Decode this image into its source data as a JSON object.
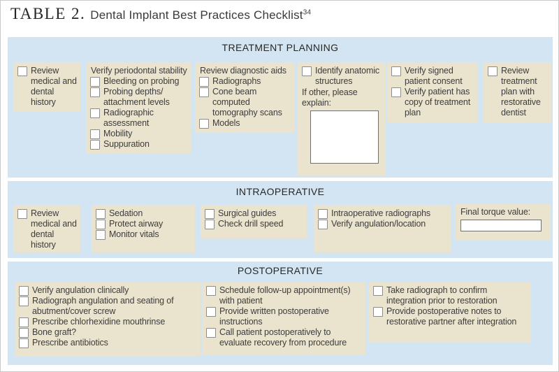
{
  "title": {
    "label": "TABLE 2.",
    "text": "Dental Implant Best Practices Checklist",
    "superscript": "34"
  },
  "colors": {
    "panel_blue": "#d3e5f2",
    "box_tan": "#eae3cd",
    "text": "#3d3d3d",
    "frame_border": "#c9c9c9",
    "checkbox_border": "#8c8c8c"
  },
  "sections": [
    {
      "name": "TREATMENT PLANNING",
      "columns": [
        {
          "items": [
            {
              "checkbox": true,
              "text": "Review medical and dental history"
            }
          ]
        },
        {
          "header": "Verify periodontal stability",
          "items": [
            {
              "checkbox": true,
              "text": "Bleeding on probing"
            },
            {
              "checkbox": true,
              "text": "Probing depths/ attachment levels"
            },
            {
              "checkbox": true,
              "text": "Radiographic assessment"
            },
            {
              "checkbox": true,
              "text": "Mobility"
            },
            {
              "checkbox": true,
              "text": "Suppuration"
            }
          ]
        },
        {
          "header": "Review diagnostic aids",
          "items": [
            {
              "checkbox": true,
              "text": "Radiographs"
            },
            {
              "checkbox": true,
              "text": "Cone beam computed tomography scans"
            },
            {
              "checkbox": true,
              "text": "Models"
            }
          ]
        },
        {
          "items": [
            {
              "checkbox": true,
              "text": "Identify anatomic structures"
            }
          ],
          "note": "If other, please explain:",
          "textarea": true,
          "textarea_name": "other-explain-textarea"
        },
        {
          "items": [
            {
              "checkbox": true,
              "text": "Verify signed patient consent"
            },
            {
              "checkbox": true,
              "text": "Verify patient has copy of treatment plan"
            }
          ]
        },
        {
          "items": [
            {
              "checkbox": true,
              "text": "Review treatment plan with restorative dentist"
            }
          ]
        }
      ]
    },
    {
      "name": "INTRAOPERATIVE",
      "columns": [
        {
          "items": [
            {
              "checkbox": true,
              "text": "Review medical and dental history"
            }
          ]
        },
        {
          "items": [
            {
              "checkbox": true,
              "text": "Sedation"
            },
            {
              "checkbox": true,
              "text": "Protect airway"
            },
            {
              "checkbox": true,
              "text": "Monitor vitals"
            }
          ]
        },
        {
          "items": [
            {
              "checkbox": true,
              "text": "Surgical guides"
            },
            {
              "checkbox": true,
              "text": "Check drill speed"
            }
          ]
        },
        {
          "items": [
            {
              "checkbox": true,
              "text": "Intraoperative radiographs"
            },
            {
              "checkbox": true,
              "text": "Verify angulation/location"
            }
          ]
        },
        {
          "header": "Final torque value:",
          "input": true,
          "input_name": "final-torque-input"
        }
      ]
    },
    {
      "name": "POSTOPERATIVE",
      "columns": [
        {
          "items": [
            {
              "checkbox": true,
              "text": "Verify angulation clinically"
            },
            {
              "checkbox": true,
              "text": "Radiograph angulation and seating of abutment/cover screw"
            },
            {
              "checkbox": true,
              "text": "Prescribe chlorhexidine mouthrinse"
            },
            {
              "checkbox": true,
              "text": "Bone graft?"
            },
            {
              "checkbox": true,
              "text": "Prescribe antibiotics"
            }
          ]
        },
        {
          "items": [
            {
              "checkbox": true,
              "text": "Schedule follow-up appointment(s) with patient"
            },
            {
              "checkbox": true,
              "text": "Provide written postoperative instructions"
            },
            {
              "checkbox": true,
              "text": "Call patient postoperatively to evaluate recovery from procedure"
            }
          ]
        },
        {
          "items": [
            {
              "checkbox": true,
              "text": "Take radiograph to confirm integration prior to restoration"
            },
            {
              "checkbox": true,
              "text": "Provide postoperative notes to restorative partner after integration"
            }
          ]
        }
      ]
    }
  ]
}
